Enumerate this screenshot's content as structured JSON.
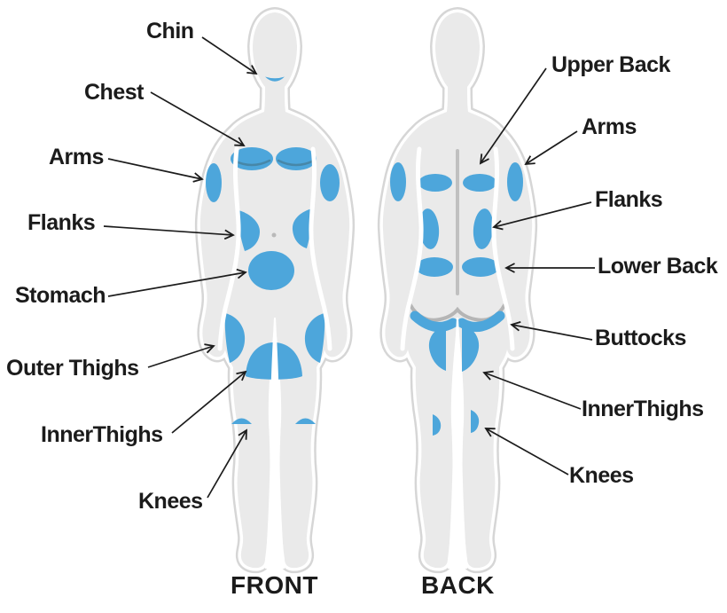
{
  "diagram": {
    "front_caption": "FRONT",
    "back_caption": "BACK"
  },
  "colors": {
    "area_blue": "#4da6db",
    "body_gray": "#eaeaea",
    "arrow_black": "#1c1c1c",
    "text_black": "#1b1b1b"
  },
  "labels": {
    "front": [
      {
        "id": "chin",
        "text": "Chin"
      },
      {
        "id": "chest",
        "text": "Chest"
      },
      {
        "id": "arms",
        "text": "Arms"
      },
      {
        "id": "flanks",
        "text": "Flanks"
      },
      {
        "id": "stomach",
        "text": "Stomach"
      },
      {
        "id": "outer-thighs",
        "text": "Outer Thighs"
      },
      {
        "id": "inner-thighs",
        "text": "InnerThighs"
      },
      {
        "id": "knees",
        "text": "Knees"
      }
    ],
    "back": [
      {
        "id": "upper-back",
        "text": "Upper Back"
      },
      {
        "id": "arms",
        "text": "Arms"
      },
      {
        "id": "flanks",
        "text": "Flanks"
      },
      {
        "id": "lower-back",
        "text": "Lower Back"
      },
      {
        "id": "buttocks",
        "text": "Buttocks"
      },
      {
        "id": "inner-thighs",
        "text": "InnerThighs"
      },
      {
        "id": "knees",
        "text": "Knees"
      }
    ]
  }
}
